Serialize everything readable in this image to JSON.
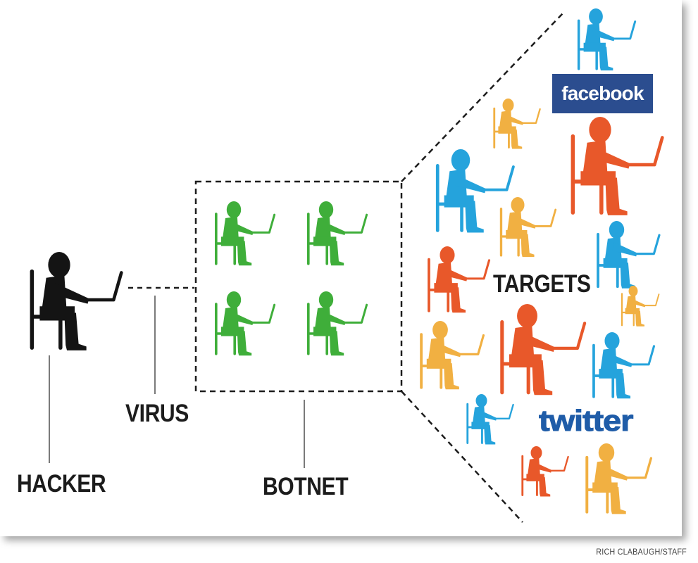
{
  "labels": {
    "hacker": "HACKER",
    "virus": "VIRUS",
    "botnet": "BOTNET",
    "targets": "TARGETS"
  },
  "logos": {
    "facebook": "facebook",
    "twitter": "twitter"
  },
  "credit": "RICH CLABAUGH/STAFF",
  "colors": {
    "hacker": "#141414",
    "botnet": "#3fae3a",
    "blue": "#25a3dc",
    "orange": "#e8582a",
    "yellow": "#f1b042",
    "facebook_bg": "#2b4d8f",
    "twitter_text": "#1f5ca8"
  },
  "icons": {
    "person": "person-at-laptop-icon"
  }
}
